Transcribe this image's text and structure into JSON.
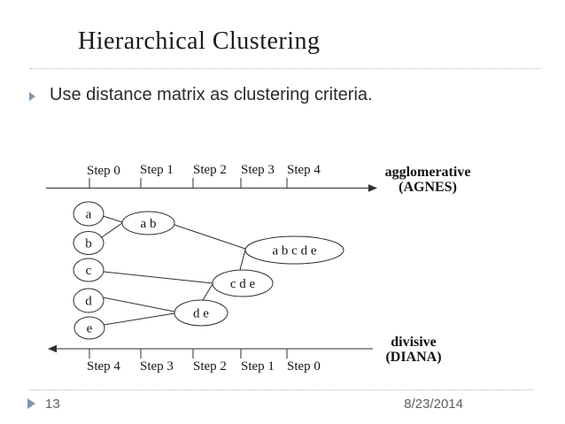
{
  "slide": {
    "title": "Hierarchical Clustering",
    "bullet": "Use distance matrix as clustering criteria."
  },
  "diagram": {
    "agglomerative": {
      "label": "agglomerative",
      "sublabel": "(AGNES)",
      "steps": [
        "Step 0",
        "Step 1",
        "Step 2",
        "Step 3",
        "Step 4"
      ]
    },
    "divisive": {
      "label": "divisive",
      "sublabel": "(DIANA)",
      "steps": [
        "Step 4",
        "Step 3",
        "Step 2",
        "Step 1",
        "Step 0"
      ]
    },
    "nodes": {
      "a": "a",
      "b": "b",
      "c": "c",
      "d": "d",
      "e": "e",
      "ab": "a b",
      "de": "d e",
      "cde": "c d e",
      "abcde": "a b c d e"
    }
  },
  "footer": {
    "page": "13",
    "date": "8/23/2014"
  },
  "colors": {
    "accent": "#7d97ae",
    "divider": "#a9bcca",
    "ink": "#1f1f1f",
    "muted": "#606060"
  }
}
